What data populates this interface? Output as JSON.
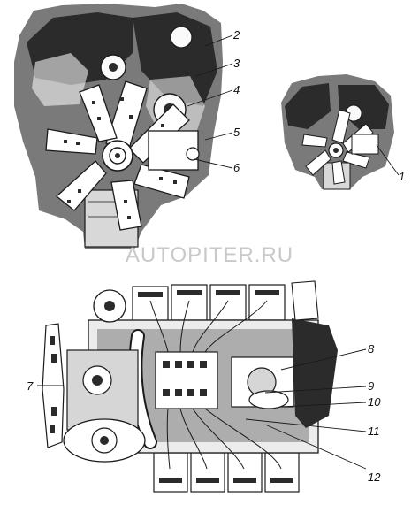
{
  "watermark": "AUTOPITER.RU",
  "callouts": [
    "1",
    "2",
    "3",
    "4",
    "5",
    "6",
    "7",
    "8",
    "9",
    "10",
    "11",
    "12"
  ],
  "colors": {
    "ink": "#1a1a1a",
    "paper": "#ffffff",
    "watermark": "#c9c9c9"
  }
}
